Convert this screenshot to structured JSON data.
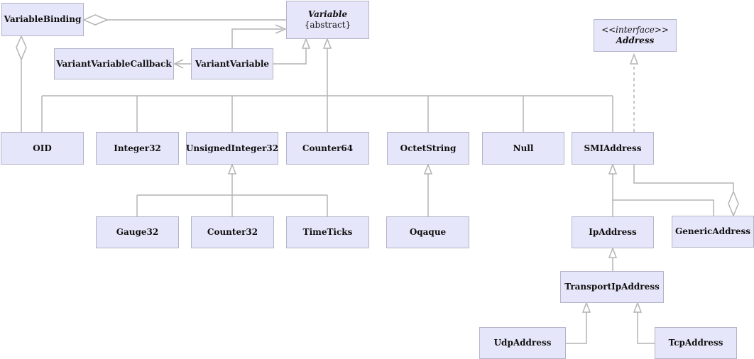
{
  "classes": {
    "variable_binding": "VariableBinding",
    "variable": "Variable",
    "variable_stereotype": "{abstract}",
    "variant_variable_callback": "VariantVariableCallback",
    "variant_variable": "VariantVariable",
    "interface_stereotype": "<<interface>>",
    "address": "Address",
    "oid": "OID",
    "integer32": "Integer32",
    "unsigned_integer32": "UnsignedInteger32",
    "counter64": "Counter64",
    "octet_string": "OctetString",
    "null": "Null",
    "smi_address": "SMIAddress",
    "gauge32": "Gauge32",
    "counter32": "Counter32",
    "time_ticks": "TimeTicks",
    "opaque": "Oqaque",
    "ip_address": "IpAddress",
    "generic_address": "GenericAddress",
    "transport_ip_address": "TransportIpAddress",
    "udp_address": "UdpAddress",
    "tcp_address": "TcpAddress"
  },
  "colors": {
    "box_fill": "#e6e6fa",
    "box_border": "#b4b4c8",
    "line": "#b4b4b4"
  }
}
